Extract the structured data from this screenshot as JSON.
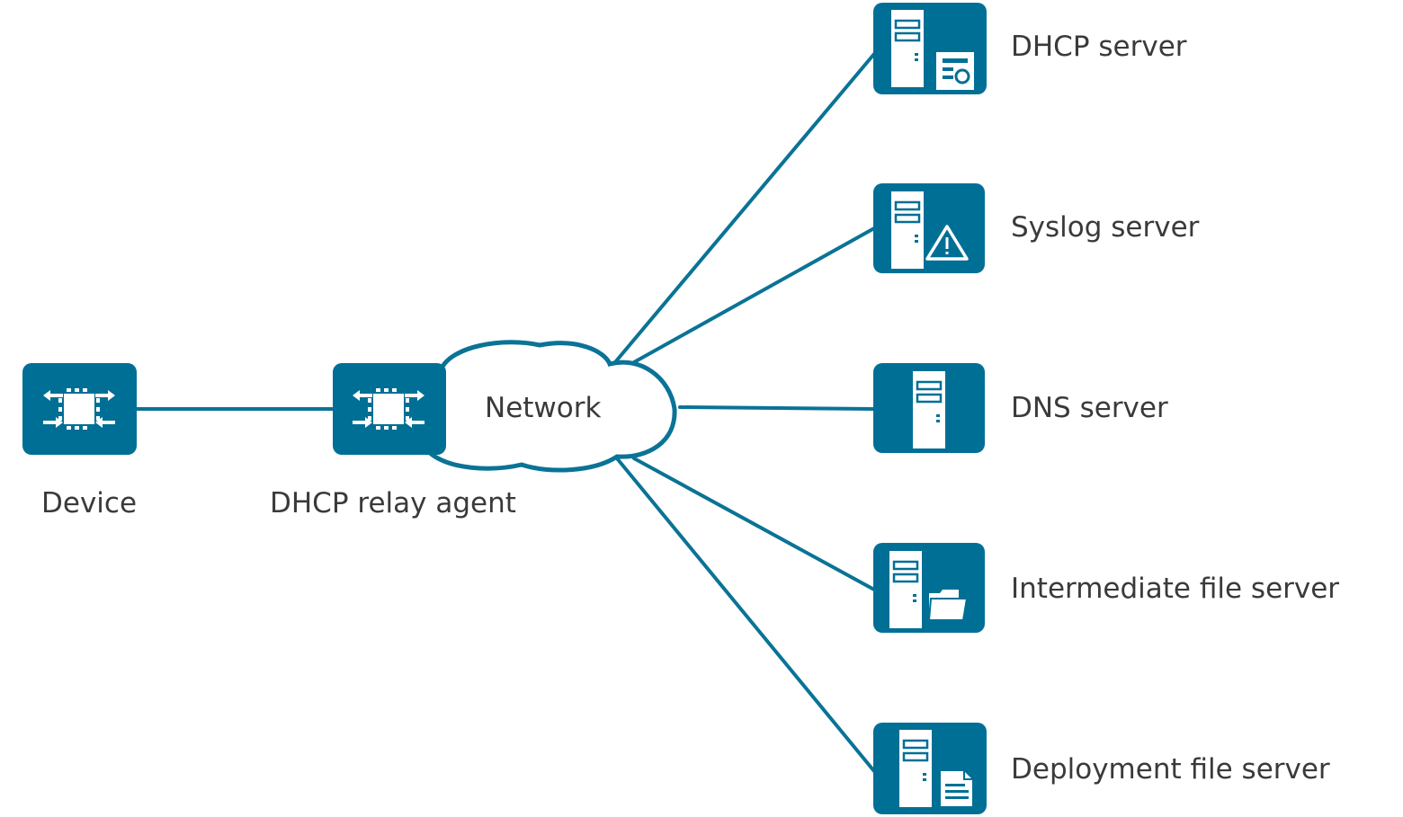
{
  "colors": {
    "primary": "#006f96",
    "line": "#0a7396",
    "text": "#3a3a3a",
    "background": "#ffffff"
  },
  "nodes": {
    "device": {
      "label": "Device",
      "icon": "device-chip-icon"
    },
    "relay": {
      "label": "DHCP relay agent",
      "icon": "device-chip-icon"
    },
    "network": {
      "label": "Network",
      "icon": "cloud-icon"
    },
    "servers": [
      {
        "label": "DHCP server",
        "icon": "dhcp-server-icon",
        "badge": "settings-form"
      },
      {
        "label": "Syslog server",
        "icon": "syslog-server-icon",
        "badge": "warning-triangle"
      },
      {
        "label": "DNS server",
        "icon": "dns-server-icon",
        "badge": "none"
      },
      {
        "label": "Intermediate file server",
        "icon": "file-server-icon",
        "badge": "folder"
      },
      {
        "label": "Deployment file server",
        "icon": "deployment-server-icon",
        "badge": "document"
      }
    ]
  },
  "connections": [
    [
      "Device",
      "DHCP relay agent"
    ],
    [
      "DHCP relay agent",
      "Network"
    ],
    [
      "Network",
      "DHCP server"
    ],
    [
      "Network",
      "Syslog server"
    ],
    [
      "Network",
      "DNS server"
    ],
    [
      "Network",
      "Intermediate file server"
    ],
    [
      "Network",
      "Deployment file server"
    ]
  ]
}
